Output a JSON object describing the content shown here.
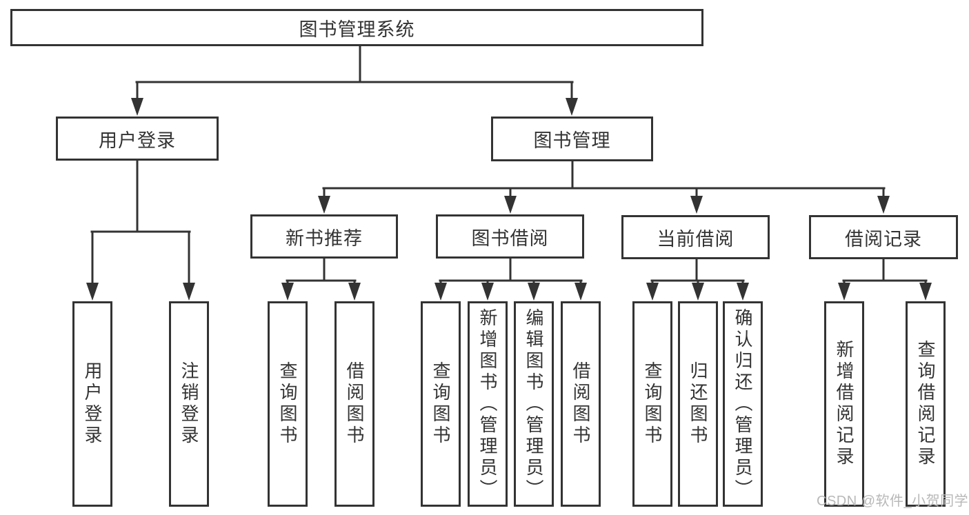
{
  "diagram": {
    "title_node": "图书管理系统",
    "root": {
      "label": "图书管理系统"
    },
    "branches": [
      {
        "label": "用户登录",
        "children": [
          {
            "label": "用户登录"
          },
          {
            "label": "注销登录"
          }
        ]
      },
      {
        "label": "图书管理",
        "children": [
          {
            "label": "新书推荐",
            "children": [
              {
                "label": "查询图书"
              },
              {
                "label": "借阅图书"
              }
            ]
          },
          {
            "label": "图书借阅",
            "children": [
              {
                "label": "查询图书"
              },
              {
                "label": "新增图书（管理员）"
              },
              {
                "label": "编辑图书（管理员）"
              },
              {
                "label": "借阅图书"
              }
            ]
          },
          {
            "label": "当前借阅",
            "children": [
              {
                "label": "查询图书"
              },
              {
                "label": "归还图书"
              },
              {
                "label": "确认归还（管理员）"
              }
            ]
          },
          {
            "label": "借阅记录",
            "children": [
              {
                "label": "新增借阅记录"
              },
              {
                "label": "查询借阅记录"
              }
            ]
          }
        ]
      }
    ]
  },
  "watermark": {
    "text": "CSDN @软件_小贺同学"
  },
  "colors": {
    "line": "#333333",
    "text": "#333333",
    "background": "#ffffff",
    "watermark": "#b8b8b8"
  }
}
